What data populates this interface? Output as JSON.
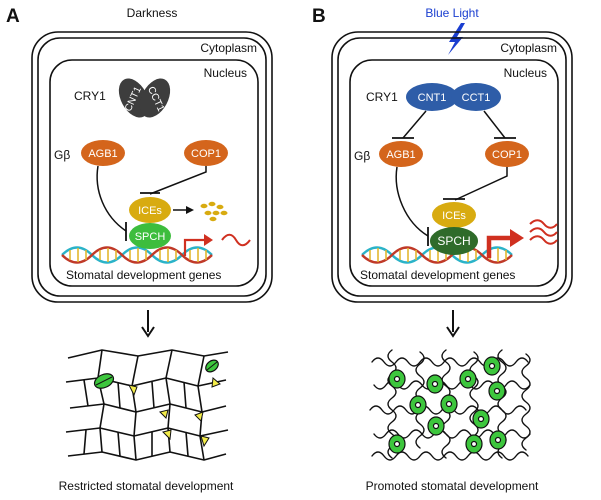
{
  "panels": {
    "a": {
      "letter": "A",
      "condition": "Darkness",
      "cytoplasm_label": "Cytoplasm",
      "nucleus_label": "Nucleus",
      "cry1_label": "CRY1",
      "cnt1_label": "CNT1",
      "cct1_label": "CCT1",
      "gbeta_label": "Gβ",
      "agb1_label": "AGB1",
      "cop1_label": "COP1",
      "ices_label": "ICEs",
      "spch_label": "SPCH",
      "genes_label": "Stomatal development genes",
      "caption": "Restricted stomatal development"
    },
    "b": {
      "letter": "B",
      "condition": "Blue Light",
      "cytoplasm_label": "Cytoplasm",
      "nucleus_label": "Nucleus",
      "cry1_label": "CRY1",
      "cnt1_label": "CNT1",
      "cct1_label": "CCT1",
      "gbeta_label": "Gβ",
      "agb1_label": "AGB1",
      "cop1_label": "COP1",
      "ices_label": "ICEs",
      "spch_label": "SPCH",
      "genes_label": "Stomatal development genes",
      "caption": "Promoted stomatal development"
    }
  },
  "colors": {
    "protein_orange": "#d4651c",
    "cry1_dark": "#3d3d3d",
    "cry1_blue": "#2e5da8",
    "ices_yellow": "#d8ab10",
    "spch_green": "#2f6b2a",
    "arrow_red": "#d03020",
    "blue_light": "#1a3ed0",
    "guard_cell_green": "#3dc63d",
    "meristemoid_yellow": "#f3ec4a"
  },
  "icons": {
    "bolt": "lightning-bolt-icon",
    "down_arrow": "down-arrow-icon"
  }
}
